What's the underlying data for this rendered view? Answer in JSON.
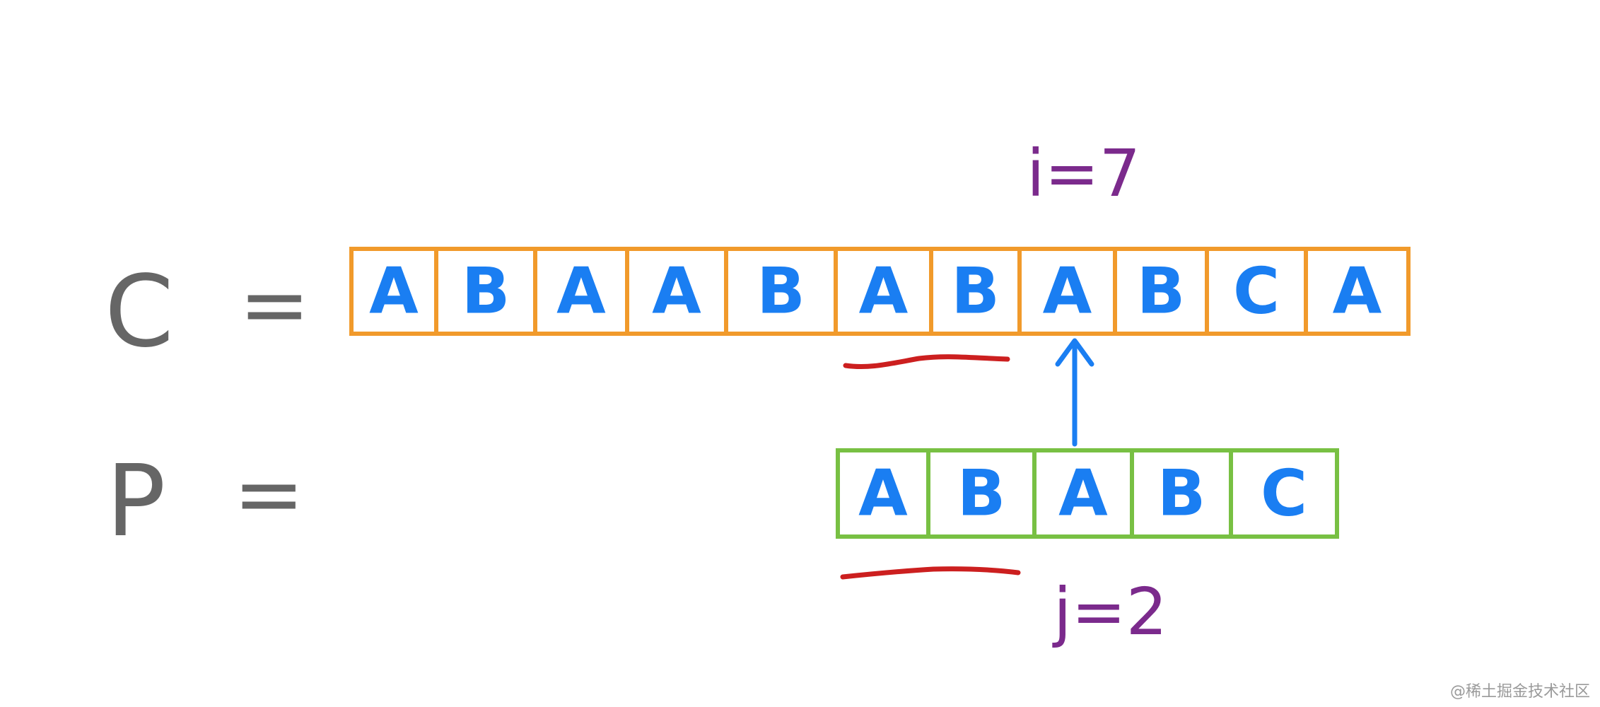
{
  "labels": {
    "c": "C",
    "p": "P",
    "c_equals": "=",
    "p_equals": "=",
    "i_label": "i=7",
    "j_label": "j=2"
  },
  "c_cells": [
    "A",
    "B",
    "A",
    "A",
    "B",
    "A",
    "B",
    "A",
    "B",
    "C",
    "A"
  ],
  "p_cells": [
    "A",
    "B",
    "A",
    "B",
    "C"
  ],
  "watermark": "@稀土掘金技术社区",
  "colors": {
    "c_border": "#f19a2b",
    "p_border": "#78c043",
    "letters": "#1a7ef2",
    "arrow": "#1a7ef2",
    "underline": "#cc1f1f",
    "variables": "#7b2a8c",
    "row_labels": "#666666"
  }
}
